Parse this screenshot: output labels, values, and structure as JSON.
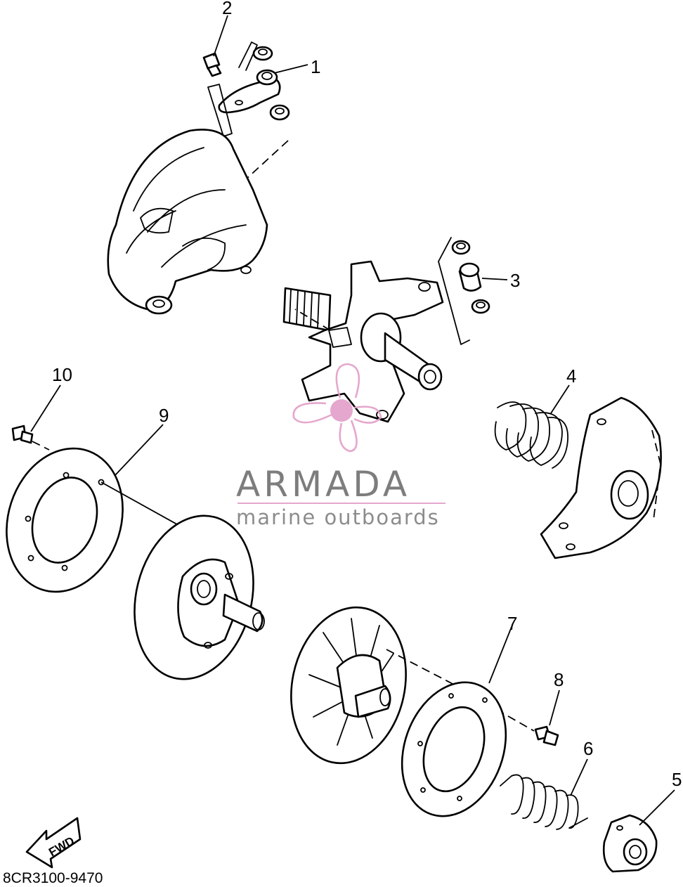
{
  "callouts": [
    {
      "number": "1"
    },
    {
      "number": "2"
    },
    {
      "number": "3"
    },
    {
      "number": "4"
    },
    {
      "number": "5"
    },
    {
      "number": "6"
    },
    {
      "number": "7"
    },
    {
      "number": "8"
    },
    {
      "number": "9"
    },
    {
      "number": "10"
    }
  ],
  "diagram_code": "8CR3100-9470",
  "direction_label": "FWD",
  "watermark": {
    "brand": "ARMADA",
    "tagline": "marine outboards",
    "accent_color": "#e39ec8",
    "text_color": "#707070",
    "icon": "propeller-logo-icon"
  }
}
